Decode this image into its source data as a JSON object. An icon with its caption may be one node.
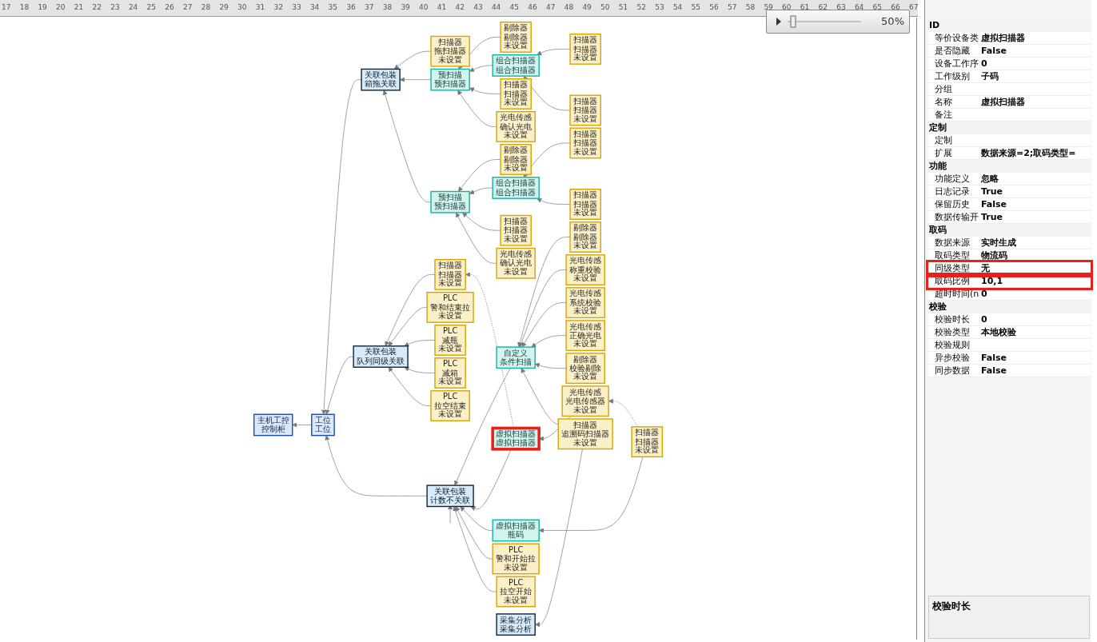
{
  "diagram": {
    "nodes": [
      {
        "text": [
          "主机工控",
          "控制柜"
        ]
      },
      {
        "text": [
          "工位",
          "工位"
        ]
      },
      {
        "text": [
          "关联包装",
          "计数不关联"
        ]
      },
      {
        "text": [
          "关联包装",
          "队列同级关联"
        ]
      },
      {
        "text": [
          "关联包装",
          "箱拖关联"
        ]
      },
      {
        "text": [
          "PLC",
          "拉空开始",
          "未设置"
        ]
      },
      {
        "text": [
          "PLC",
          "警和开始拉",
          "未设置"
        ]
      },
      {
        "text": [
          "PLC",
          "拉空结束",
          "未设置"
        ]
      },
      {
        "text": [
          "PLC",
          "减箱",
          "未设置"
        ]
      },
      {
        "text": [
          "PLC",
          "减瓶",
          "未设置"
        ]
      },
      {
        "text": [
          "PLC",
          "警和结束拉",
          "未设置"
        ]
      },
      {
        "text": [
          "虚拟扫描器",
          "瓶码"
        ]
      },
      {
        "text": [
          "虚拟扫描器",
          "虚拟扫描器"
        ]
      },
      {
        "text": [
          "自定义",
          "条件扫描"
        ]
      },
      {
        "text": [
          "光电传感",
          "确认光电",
          "未设置"
        ]
      },
      {
        "text": [
          "预扫描",
          "预扫描器"
        ]
      },
      {
        "text": [
          "光电传感",
          "确认光电",
          "未设置"
        ]
      },
      {
        "text": [
          "预扫描",
          "预扫描器"
        ]
      },
      {
        "text": [
          "扫描器",
          "拖扫描器",
          "未设置"
        ]
      },
      {
        "text": [
          "扫描器",
          "扫描器",
          "未设置"
        ]
      },
      {
        "text": [
          "扫描器",
          "扫描器",
          "未设置"
        ]
      },
      {
        "text": [
          "扫描器",
          "扫描器",
          "未设置"
        ]
      },
      {
        "text": [
          "光电传感",
          "光电传感器",
          "未设置"
        ]
      },
      {
        "text": [
          "扫描器",
          "扫描器",
          "未设置"
        ]
      },
      {
        "text": [
          "扫描器",
          "追溯码扫描器",
          "未设置"
        ]
      },
      {
        "text": [
          "剔除器",
          "校验剔除",
          "未设置"
        ]
      },
      {
        "text": [
          "光电传感",
          "正确光电",
          "未设置"
        ]
      },
      {
        "text": [
          "光电传感",
          "系统校验",
          "未设置"
        ]
      },
      {
        "text": [
          "光电传感",
          "称重校验",
          "未设置"
        ]
      },
      {
        "text": [
          "剔除器",
          "剔除器",
          "未设置"
        ]
      },
      {
        "text": [
          "组合扫描器",
          "组合扫描器"
        ]
      },
      {
        "text": [
          "剔除器",
          "剔除器",
          "未设置"
        ]
      },
      {
        "text": [
          "组合扫描器",
          "组合扫描器"
        ]
      },
      {
        "text": [
          "剔除器",
          "剔除器",
          "未设置"
        ]
      },
      {
        "text": [
          "采集分析",
          "采集分析"
        ]
      },
      {
        "text": [
          "扫描器",
          "扫描器",
          "未设置"
        ]
      },
      {
        "text": [
          "扫描器",
          "扫描器",
          "未设置"
        ]
      },
      {
        "text": [
          "扫描器",
          "扫描器",
          "未设置"
        ]
      },
      {
        "text": [
          "扫描器",
          "扫描器",
          "未设置"
        ]
      }
    ],
    "edges": [
      {
        "from": 1,
        "to": 0,
        "arrow": "to"
      },
      {
        "from": null,
        "to": 2,
        "arrow": "to"
      },
      {
        "from": 2,
        "to": 1,
        "arrow": "to"
      },
      {
        "from": 3,
        "to": 1,
        "arrow": "to"
      },
      {
        "from": 4,
        "to": 1,
        "arrow": "to"
      },
      {
        "from": 5,
        "to": 2,
        "arrow": "to"
      },
      {
        "from": 6,
        "to": 2,
        "arrow": "to"
      },
      {
        "from": 7,
        "to": 3,
        "arrow": "to"
      },
      {
        "from": 8,
        "to": 3,
        "arrow": "to"
      },
      {
        "from": 9,
        "to": 3,
        "arrow": "to"
      },
      {
        "from": 10,
        "to": 3,
        "arrow": "to"
      },
      {
        "from": 11,
        "to": 2,
        "arrow": "to"
      },
      {
        "from": 12,
        "to": 2,
        "arrow": "to"
      },
      {
        "from": 13,
        "to": 2,
        "arrow": "to"
      },
      {
        "from": 23,
        "to": 3,
        "arrow": "to"
      },
      {
        "from": 21,
        "to": 11,
        "arrow": "to"
      },
      {
        "from": 22,
        "to": 12,
        "arrow": "to"
      },
      {
        "from": 21,
        "to": 22,
        "arrow": "to",
        "style": "dashed"
      },
      {
        "from": 12,
        "to": 23,
        "arrow": "to",
        "style": "dashed"
      },
      {
        "from": 24,
        "to": 13,
        "arrow": "to"
      },
      {
        "from": 25,
        "to": 13,
        "arrow": "to"
      },
      {
        "from": 26,
        "to": 13,
        "arrow": "to"
      },
      {
        "from": 27,
        "to": 13,
        "arrow": "to"
      },
      {
        "from": 28,
        "to": 13,
        "arrow": "to"
      },
      {
        "from": 29,
        "to": 13,
        "arrow": "to"
      },
      {
        "from": 24,
        "to": 34,
        "arrow": "to"
      },
      {
        "from": 14,
        "to": 15,
        "arrow": "to"
      },
      {
        "from": 16,
        "to": 17,
        "arrow": "to"
      },
      {
        "from": 15,
        "to": 4,
        "arrow": "to"
      },
      {
        "from": 17,
        "to": 4,
        "arrow": "to"
      },
      {
        "from": 18,
        "to": 4,
        "arrow": "to"
      },
      {
        "from": 19,
        "to": 15,
        "arrow": "to"
      },
      {
        "from": 30,
        "to": 15,
        "arrow": "to"
      },
      {
        "from": 31,
        "to": 15,
        "arrow": "to"
      },
      {
        "from": 20,
        "to": 17,
        "arrow": "to"
      },
      {
        "from": 32,
        "to": 17,
        "arrow": "to"
      },
      {
        "from": 33,
        "to": 17,
        "arrow": "to"
      },
      {
        "from": 35,
        "to": 30,
        "arrow": "to"
      },
      {
        "from": 36,
        "to": 30,
        "arrow": "to"
      },
      {
        "from": 37,
        "to": 32,
        "arrow": "to"
      },
      {
        "from": 38,
        "to": 32,
        "arrow": "to"
      }
    ],
    "labels": [
      "17",
      "18",
      "19",
      "20",
      "21",
      "22",
      "23",
      "24",
      "25",
      "26",
      "27",
      "28",
      "29",
      "30",
      "31",
      "32",
      "33",
      "34",
      "35",
      "36",
      "37",
      "38",
      "39",
      "40",
      "41",
      "42",
      "43",
      "44",
      "45",
      "46",
      "47",
      "48",
      "49",
      "50",
      "51",
      "52",
      "53",
      "54",
      "55",
      "56",
      "57",
      "58",
      "59",
      "60",
      "61",
      "62",
      "63",
      "64",
      "65",
      "66",
      "67",
      "50%",
      "ID",
      "等价设备类",
      "虚拟扫描器",
      "是否隐藏",
      "False",
      "设备工作序",
      "0",
      "工作级别",
      "子码",
      "分组",
      "名称",
      "虚拟扫描器",
      "备注",
      "定制",
      "定制",
      "扩展",
      "数据来源=2;取码类型=",
      "功能",
      "功能定义",
      "忽略",
      "日志记录",
      "True",
      "保留历史",
      "False",
      "数据传输开",
      "True",
      "取码",
      "数据来源",
      "实时生成",
      "取码类型",
      "物流码",
      "同级类型",
      "无",
      "取码比例",
      "10,1",
      "超时时间(n",
      "0",
      "校验",
      "校验时长",
      "0",
      "校验类型",
      "本地校验",
      "校验规则",
      "异步校验",
      "False",
      "同步数据",
      "False",
      "校验时长"
    ]
  }
}
